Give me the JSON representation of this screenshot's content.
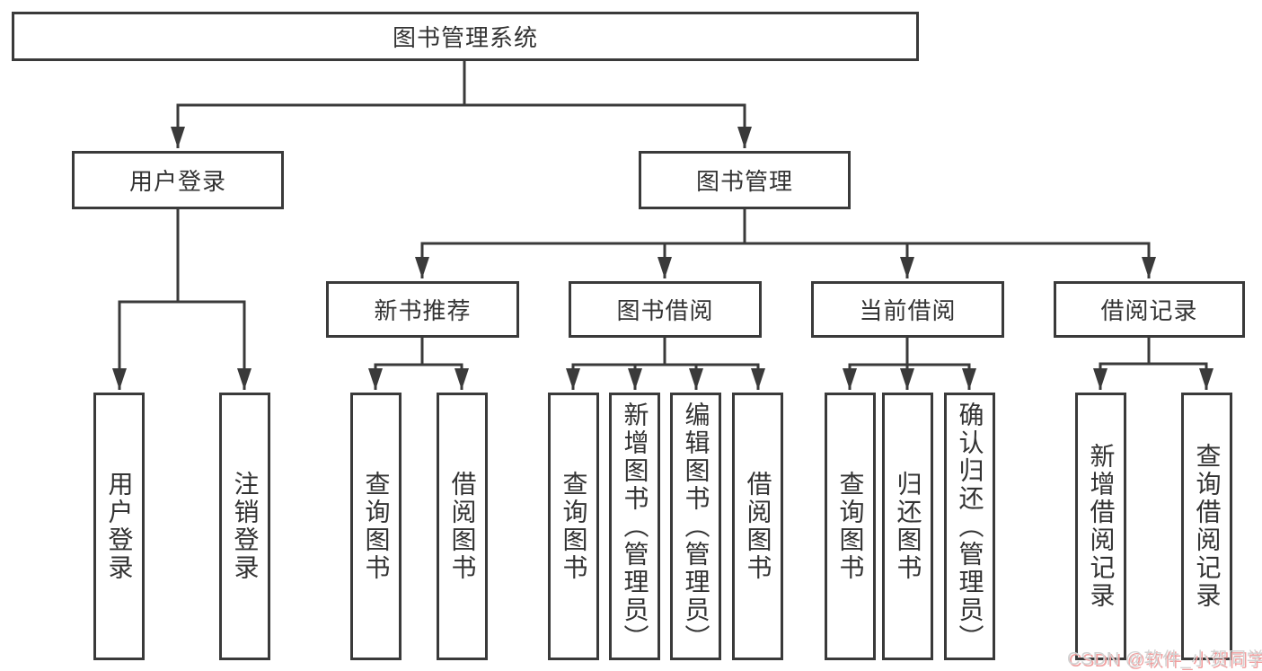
{
  "diagram": {
    "title_note": "library management system function structure diagram",
    "root": {
      "label": "图书管理系统"
    },
    "level2": [
      {
        "id": "user-login",
        "label": "用户登录"
      },
      {
        "id": "book-management",
        "label": "图书管理"
      }
    ],
    "level3": [
      {
        "id": "new-book-recommend",
        "parent": "book-management",
        "label": "新书推荐"
      },
      {
        "id": "book-borrowing",
        "parent": "book-management",
        "label": "图书借阅"
      },
      {
        "id": "current-borrowing",
        "parent": "book-management",
        "label": "当前借阅"
      },
      {
        "id": "borrowing-records",
        "parent": "book-management",
        "label": "借阅记录"
      }
    ],
    "leaves": [
      {
        "parent": "user-login",
        "label": "用户登录"
      },
      {
        "parent": "user-login",
        "label": "注销登录"
      },
      {
        "parent": "new-book-recommend",
        "label": "查询图书"
      },
      {
        "parent": "new-book-recommend",
        "label": "借阅图书"
      },
      {
        "parent": "book-borrowing",
        "label": "查询图书"
      },
      {
        "parent": "book-borrowing",
        "label": "新增图书（管理员）"
      },
      {
        "parent": "book-borrowing",
        "label": "编辑图书（管理员）"
      },
      {
        "parent": "book-borrowing",
        "label": "借阅图书"
      },
      {
        "parent": "current-borrowing",
        "label": "查询图书"
      },
      {
        "parent": "current-borrowing",
        "label": "归还图书"
      },
      {
        "parent": "current-borrowing",
        "label": "确认归还（管理员）"
      },
      {
        "parent": "borrowing-records",
        "label": "新增借阅记录"
      },
      {
        "parent": "borrowing-records",
        "label": "查询借阅记录"
      }
    ]
  },
  "watermark": {
    "text": "CSDN @软件_小贺同学"
  },
  "colors": {
    "background": "#ffffff",
    "line": "#3a3a3a",
    "text": "#333333",
    "watermark": "#d2d2d2",
    "watermark_shadow": "#f09e9e"
  }
}
